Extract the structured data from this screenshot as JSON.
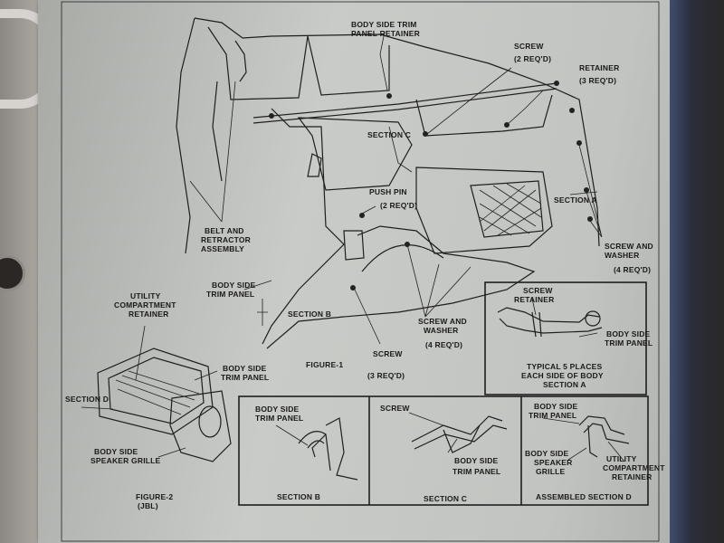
{
  "figure1": {
    "labels": {
      "body_side_trim_panel_retainer": [
        "BODY SIDE TRIM",
        "PANEL RETAINER"
      ],
      "screw_top": [
        "SCREW",
        "(2 REQ'D)"
      ],
      "retainer_top": [
        "RETAINER",
        "(3 REQ'D)"
      ],
      "section_c": "SECTION C",
      "push_pin": [
        "PUSH PIN",
        "(2 REQ'D)"
      ],
      "section_a": "SECTION A",
      "screw_and_washer_right": [
        "SCREW AND",
        "WASHER",
        "(4 REQ'D)"
      ],
      "belt_and_retractor": [
        "BELT AND",
        "RETRACTOR",
        "ASSEMBLY"
      ],
      "body_side_trim_panel_left": [
        "BODY SIDE",
        "TRIM PANEL"
      ],
      "section_b": "SECTION B",
      "screw_and_washer_center": [
        "SCREW AND",
        "WASHER",
        "(4 REQ'D)"
      ],
      "screw_bottom": [
        "SCREW",
        "(3 REQ'D)"
      ],
      "figure_title": "FIGURE-1"
    }
  },
  "typical_box": {
    "labels": {
      "screw_retainer": [
        "SCREW",
        "RETAINER"
      ],
      "body_side_trim_panel": [
        "BODY SIDE",
        "TRIM PANEL"
      ],
      "caption": [
        "TYPICAL 5 PLACES",
        "EACH SIDE OF BODY",
        "SECTION A"
      ]
    }
  },
  "figure2": {
    "labels": {
      "utility_compartment_retainer": [
        "UTILITY",
        "COMPARTMENT",
        "RETAINER"
      ],
      "body_side_trim_panel": [
        "BODY SIDE",
        "TRIM PANEL"
      ],
      "section_d": "SECTION D",
      "body_side_speaker_grille": [
        "BODY SIDE",
        "SPEAKER GRILLE"
      ],
      "figure_title": [
        "FIGURE-2",
        "(JBL)"
      ]
    }
  },
  "section_b_box": {
    "labels": {
      "body_side_trim_panel": [
        "BODY SIDE",
        "TRIM PANEL"
      ],
      "caption": "SECTION B"
    }
  },
  "section_c_box": {
    "labels": {
      "screw": "SCREW",
      "body_side_trim_panel": [
        "BODY SIDE",
        "TRIM PANEL"
      ],
      "caption": "SECTION C"
    }
  },
  "section_d_box": {
    "labels": {
      "body_side_trim_panel": [
        "BODY SIDE",
        "TRIM PANEL"
      ],
      "body_side_speaker_grille": [
        "BODY SIDE",
        "SPEAKER",
        "GRILLE"
      ],
      "utility_compartment_retainer": [
        "UTILITY",
        "COMPARTMENT",
        "RETAINER"
      ],
      "caption": "ASSEMBLED SECTION D"
    }
  }
}
